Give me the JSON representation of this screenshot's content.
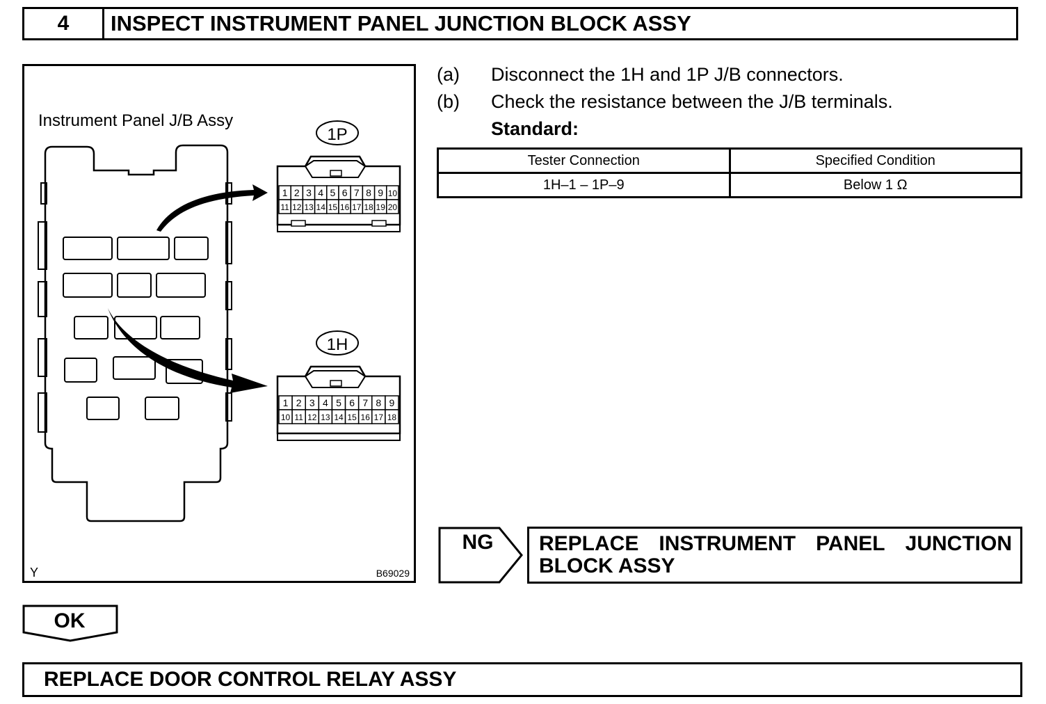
{
  "step": {
    "number": "4",
    "title": "INSPECT INSTRUMENT PANEL JUNCTION BLOCK ASSY"
  },
  "figure": {
    "jb_label": "Instrument Panel J/B Assy",
    "connector_1p": {
      "label": "1P",
      "row1": [
        "1",
        "2",
        "3",
        "4",
        "5",
        "6",
        "7",
        "8",
        "9",
        "10"
      ],
      "row2": [
        "11",
        "12",
        "13",
        "14",
        "15",
        "16",
        "17",
        "18",
        "19",
        "20"
      ]
    },
    "connector_1h": {
      "label": "1H",
      "row1": [
        "1",
        "2",
        "3",
        "4",
        "5",
        "6",
        "7",
        "8",
        "9"
      ],
      "row2": [
        "10",
        "11",
        "12",
        "13",
        "14",
        "15",
        "16",
        "17",
        "18"
      ]
    },
    "corner_mark": "Y",
    "figure_code": "B69029"
  },
  "instructions": [
    {
      "label": "(a)",
      "text": "Disconnect the 1H and 1P J/B connectors."
    },
    {
      "label": "(b)",
      "text": "Check the resistance between the J/B terminals."
    }
  ],
  "standard_label": "Standard:",
  "table": {
    "headers": [
      "Tester Connection",
      "Specified Condition"
    ],
    "rows": [
      [
        "1H–1 – 1P–9",
        "Below 1 Ω"
      ]
    ]
  },
  "ng": {
    "tag": "NG",
    "action_line1": [
      "REPLACE",
      "INSTRUMENT",
      "PANEL",
      "JUNCTION"
    ],
    "action_line2": "BLOCK ASSY"
  },
  "ok": {
    "tag": "OK",
    "action": "REPLACE DOOR CONTROL RELAY ASSY"
  }
}
